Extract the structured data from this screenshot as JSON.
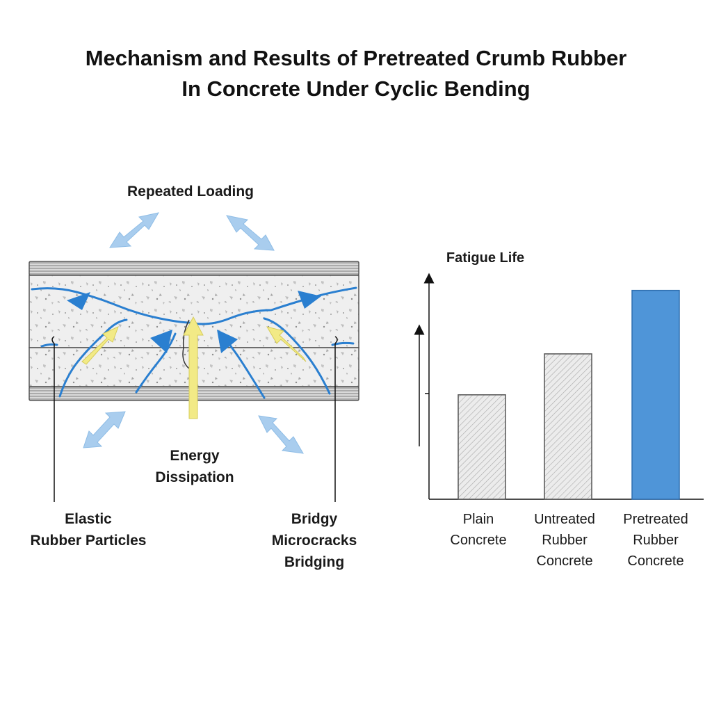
{
  "title": {
    "line1": "Mechanism and Results of Pretreated Crumb Rubber",
    "line2": "In Concrete Under Cyclic Bending"
  },
  "diagram": {
    "loading_label": "Repeated Loading",
    "energy_label_1": "Energy",
    "energy_label_2": "Dissipation",
    "elastic_label_1": "Elastic",
    "elastic_label_2": "Rubber Particles",
    "bridging_label_1": "Bridgy",
    "bridging_label_2": "Microcracks",
    "bridging_label_3": "Bridging",
    "colors": {
      "crack_blue": "#2a7fd0",
      "load_arrow": "#a9cdee",
      "energy_yellow": "#f2ea86",
      "beam_fill": "#eeeeee"
    }
  },
  "chart_data": {
    "type": "bar",
    "ylabel": "Fatigue Life",
    "categories": [
      [
        "Plain",
        "Concrete"
      ],
      [
        "Untreated",
        "Rubber",
        "Concrete"
      ],
      [
        "Pretreated",
        "Rubber",
        "Concrete"
      ]
    ],
    "values": [
      51,
      71,
      102
    ],
    "ylim": [
      0,
      108
    ],
    "bar_colors": [
      "#e6e6e6",
      "#e6e6e6",
      "#4f95d8"
    ],
    "bar_patterns": [
      "hatched",
      "hatched",
      "solid"
    ]
  }
}
